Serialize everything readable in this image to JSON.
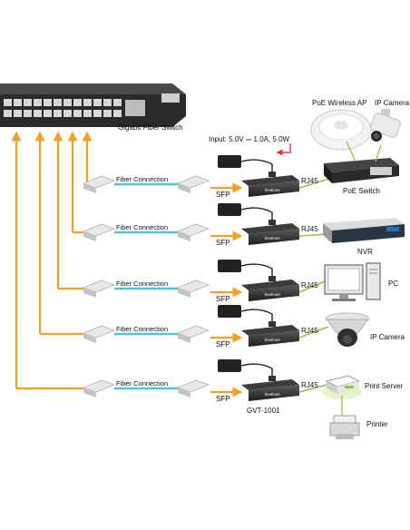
{
  "switch": {
    "label": "Gigabit Fiber Switch"
  },
  "power": {
    "input_label": "Input: 5.0V ⎓ 1.0A, 5.0W"
  },
  "converter": {
    "brand": "levelone",
    "model": "GVT-1001"
  },
  "fiber_label": "Fiber Connection",
  "sfp_label": "SFP",
  "rj45_label": "RJ45",
  "devices": {
    "poe_ap": "PoE Wireless AP",
    "ip_camera_top": "IP Camera",
    "poe_switch": "PoE Switch",
    "nvr": "NVR",
    "pc": "PC",
    "ip_camera": "IP Camera",
    "print_server": "Print Server",
    "printer": "Printer"
  },
  "colors": {
    "fiber": "#4fc3d8",
    "orange": "#f2a02c",
    "green": "#8dc63f",
    "red": "#e03c2c"
  }
}
